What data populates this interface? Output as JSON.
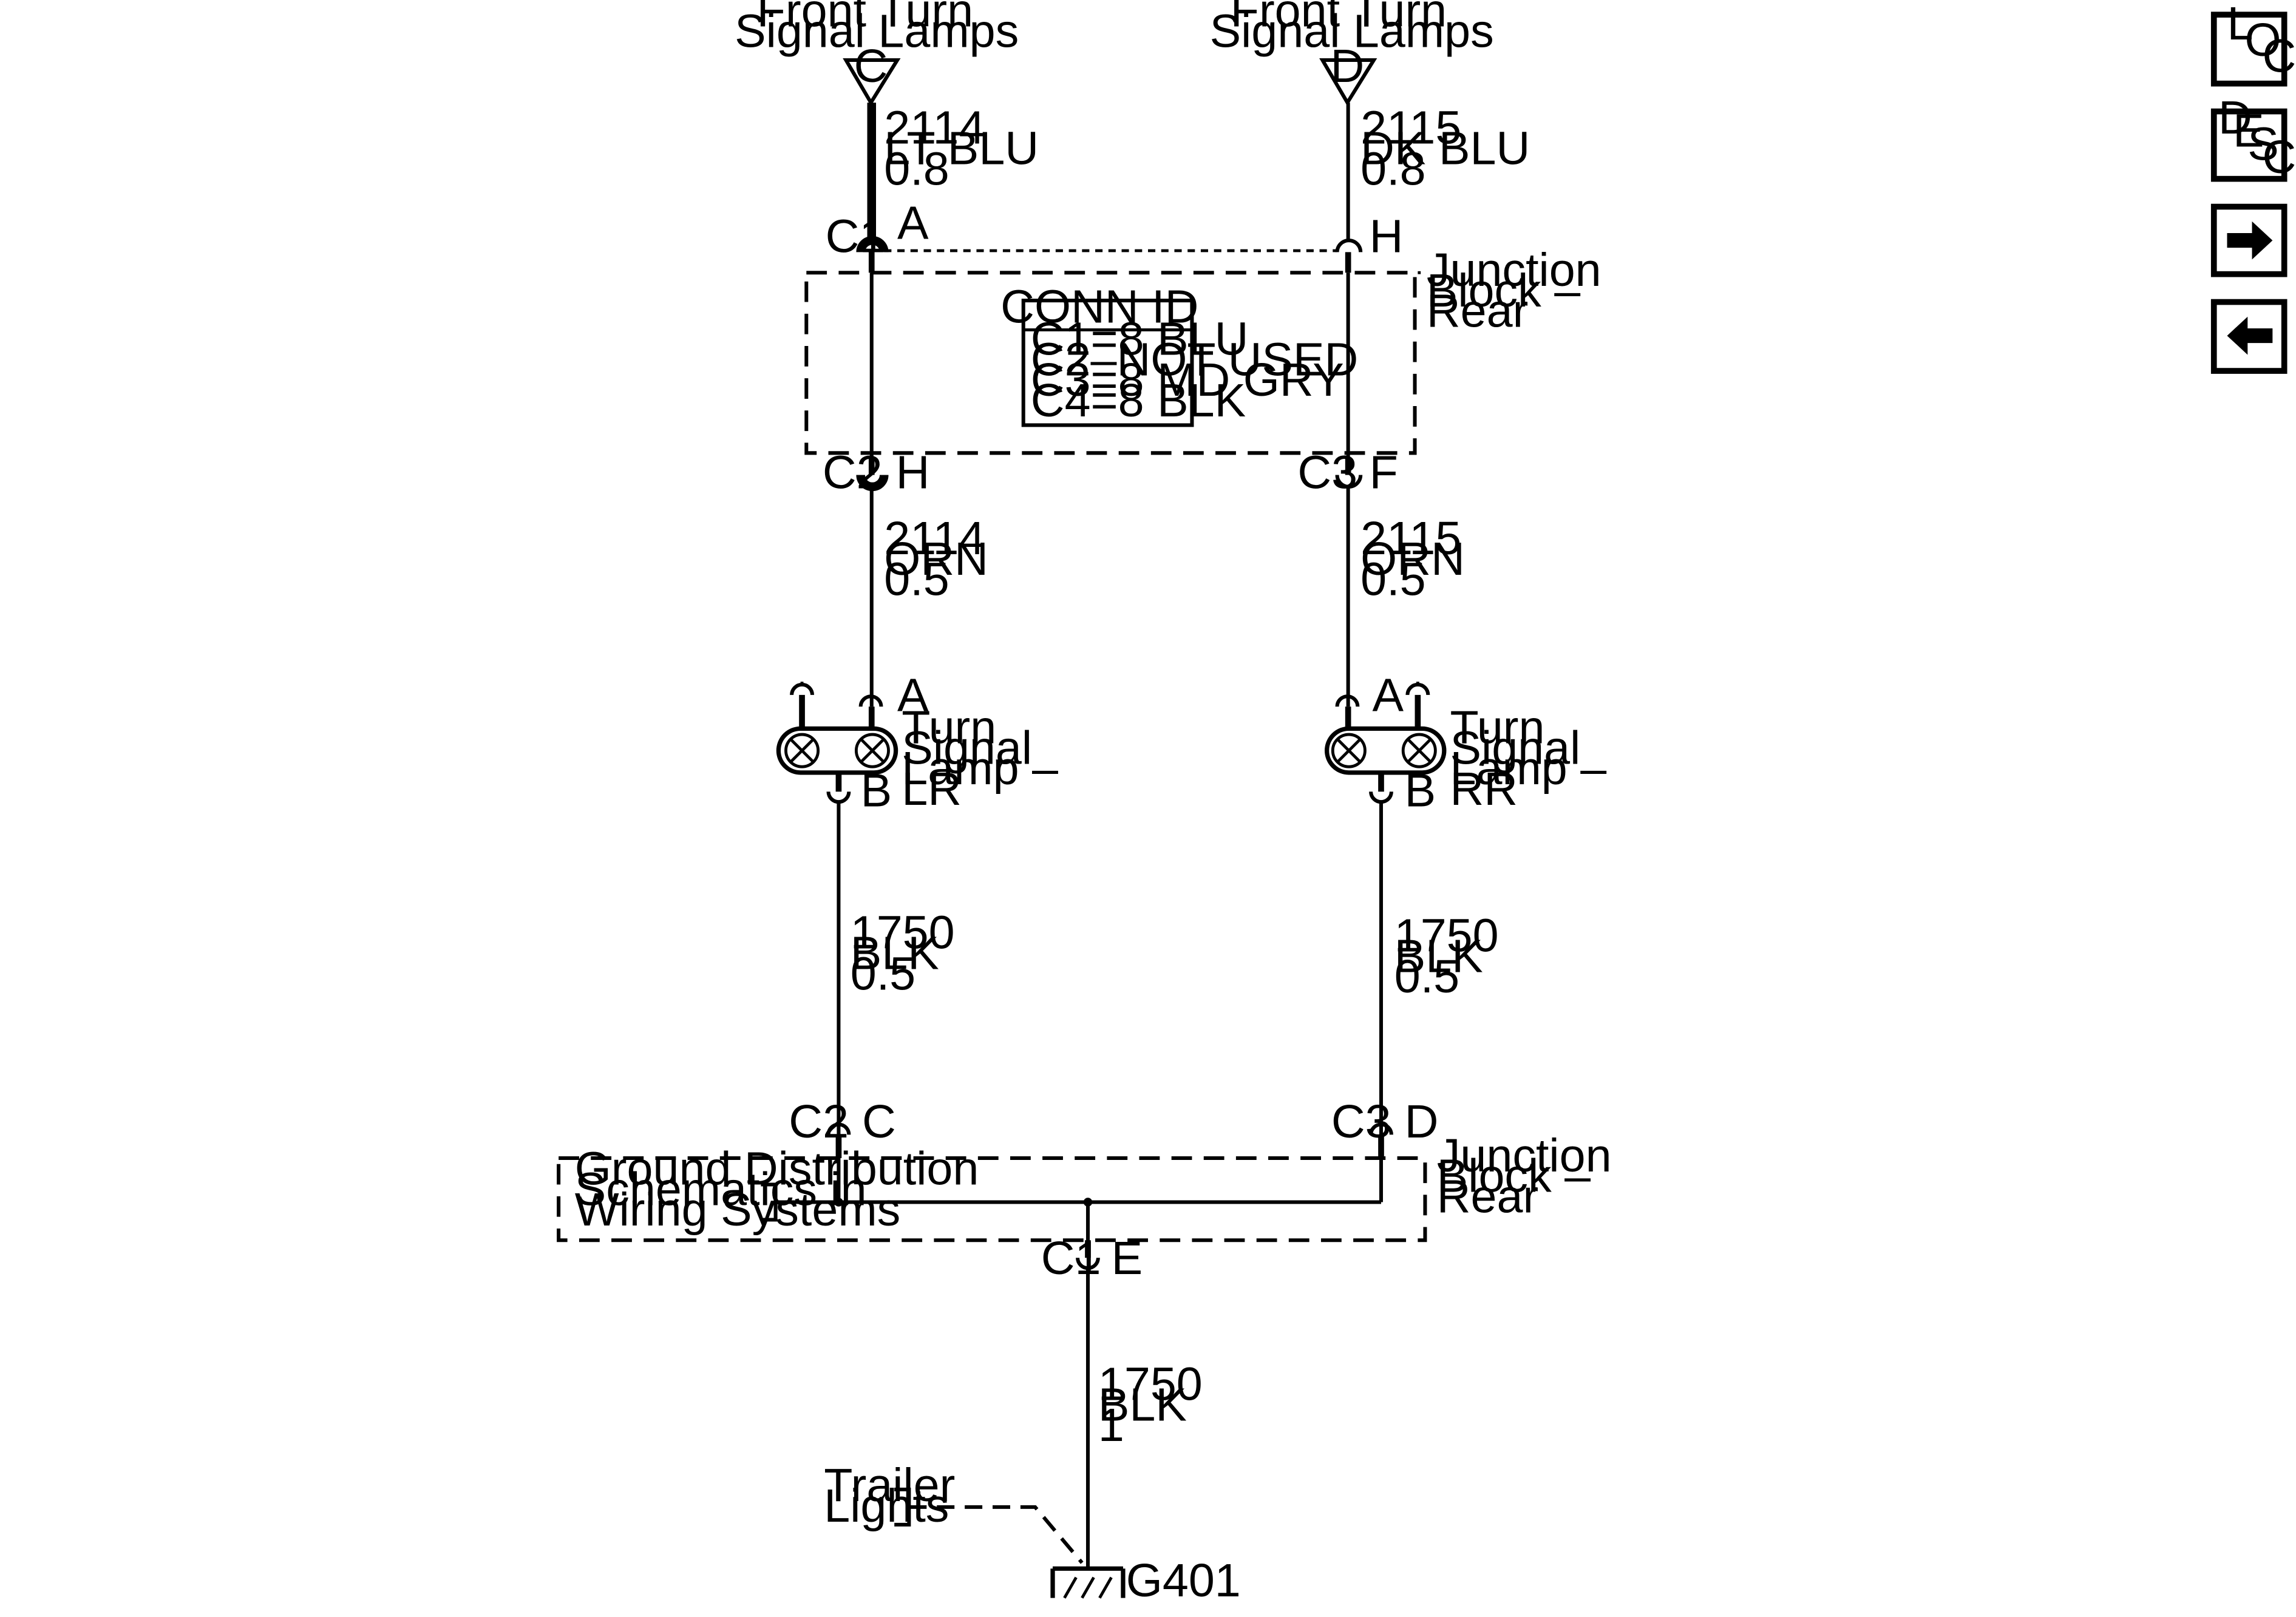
{
  "colors": {
    "ink": "#000000",
    "background": "#ffffff"
  },
  "labels": {
    "front_lamps_c": [
      "Front Turn",
      "Signal Lamps"
    ],
    "front_lamps_d": [
      "Front Turn",
      "Signal Lamps"
    ],
    "terminal_c": "C",
    "terminal_d": "D",
    "wire_left_top": [
      "2114",
      "LT BLU",
      "0.8"
    ],
    "wire_right_top": [
      "2115",
      "DK BLU",
      "0.8"
    ],
    "c1_left": "C1",
    "pin_a_top": "A",
    "pin_h_top": "H",
    "jb_rear_top": [
      "Junction",
      "Block –",
      "Rear"
    ],
    "conn_id_title": "CONN ID",
    "conn_id_rows": [
      "C1=8 BLU",
      "C2–NOT USED",
      "C3=8 MD GRY",
      "C4=8 BLK"
    ],
    "c2_left": "C2",
    "pin_h_mid": "H",
    "c3_right": "C3",
    "pin_f_mid": "F",
    "wire_left_mid": [
      "2114",
      "ORN",
      "0.5"
    ],
    "wire_right_mid": [
      "2115",
      "ORN",
      "0.5"
    ],
    "lamp_lr_pin_a": "A",
    "lamp_rr_pin_a": "A",
    "lamp_lr": [
      "Turn",
      "Signal",
      "Lamp –",
      "LR"
    ],
    "lamp_rr": [
      "Turn",
      "Signal",
      "Lamp –",
      "RR"
    ],
    "lamp_lr_pin_b": "B",
    "lamp_rr_pin_b": "B",
    "wire_left_low": [
      "1750",
      "BLK",
      "0.5"
    ],
    "wire_right_low": [
      "1750",
      "BLK",
      "0.5"
    ],
    "c2_low": "C2",
    "pin_c_low": "C",
    "c3_low": "C3",
    "pin_d_low": "D",
    "ground_dist": [
      "Ground Distribution",
      "Schematics in",
      "Wiring Systems"
    ],
    "jb_rear_bottom": [
      "Junction",
      "Block –",
      "Rear"
    ],
    "c1_bottom": "C1",
    "pin_e_bottom": "E",
    "wire_ground": [
      "1750",
      "BLK",
      "1"
    ],
    "trailer_lights": [
      "Trailer",
      "Lights"
    ],
    "ground_id": "G401"
  },
  "nav": {
    "loc": [
      "L",
      "O",
      "C"
    ],
    "desc": [
      "D",
      "E",
      "S",
      "C"
    ],
    "next_icon": "arrow-right-icon",
    "prev_icon": "arrow-left-icon"
  }
}
